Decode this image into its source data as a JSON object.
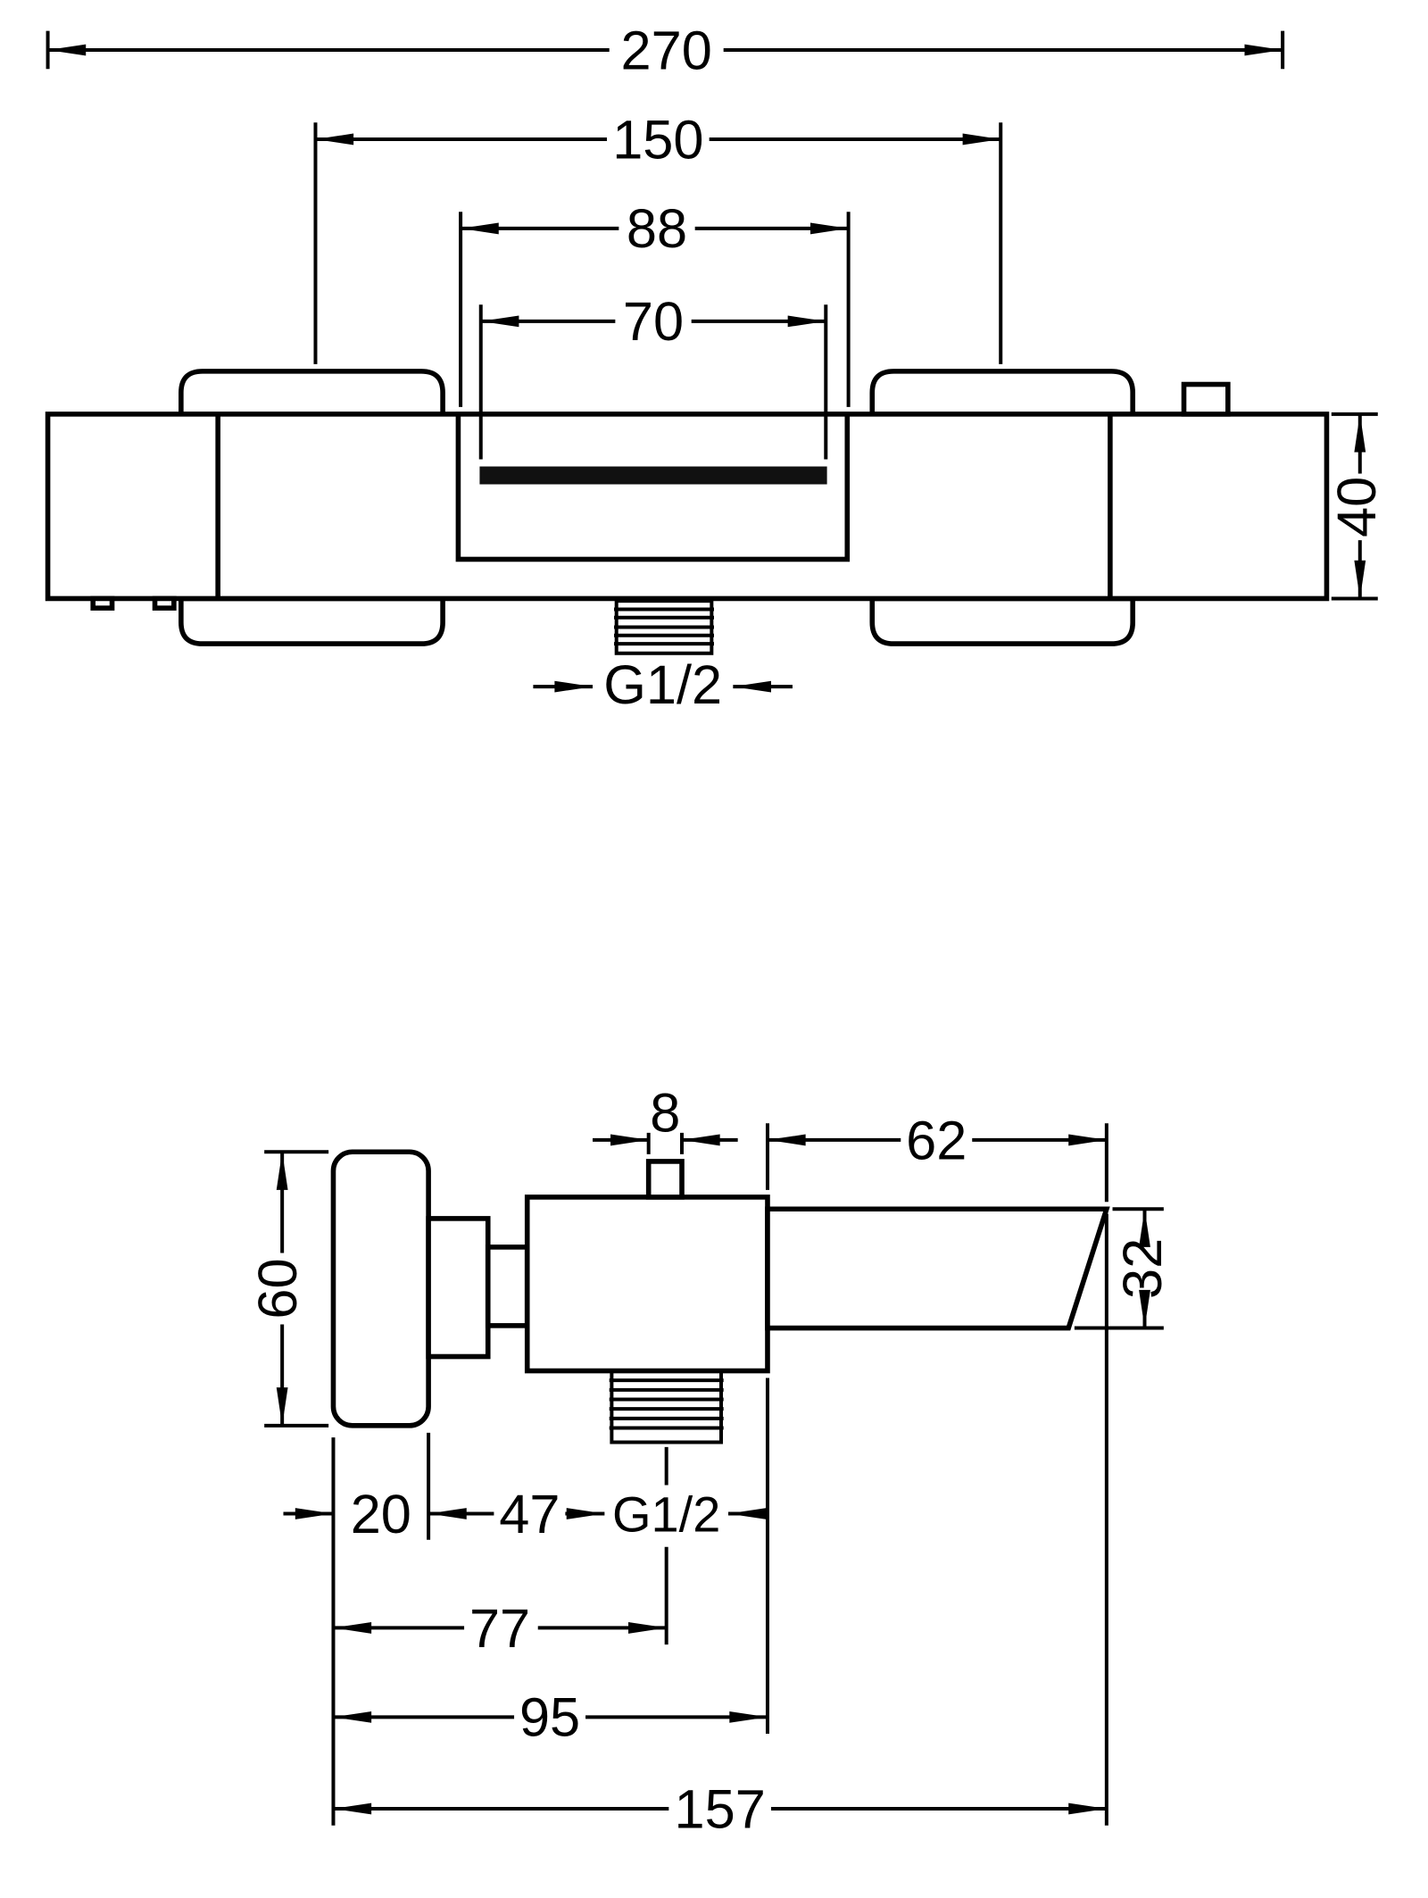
{
  "drawing": {
    "front_view": {
      "overall_width": "270",
      "mounting_centers": "150",
      "spout_width_outer": "88",
      "spout_opening_width": "70",
      "body_height": "40",
      "outlet_thread": "G1/2"
    },
    "side_view": {
      "diverter_width": "8",
      "spout_length": "62",
      "handle_height": "60",
      "spout_height": "32",
      "handle_depth": "20",
      "handle_to_outlet": "47",
      "outlet_thread": "G1/2",
      "wall_to_outlet": "77",
      "wall_to_body_end": "95",
      "total_depth": "157"
    },
    "colors": {
      "line": "#000000",
      "background": "#ffffff"
    }
  }
}
